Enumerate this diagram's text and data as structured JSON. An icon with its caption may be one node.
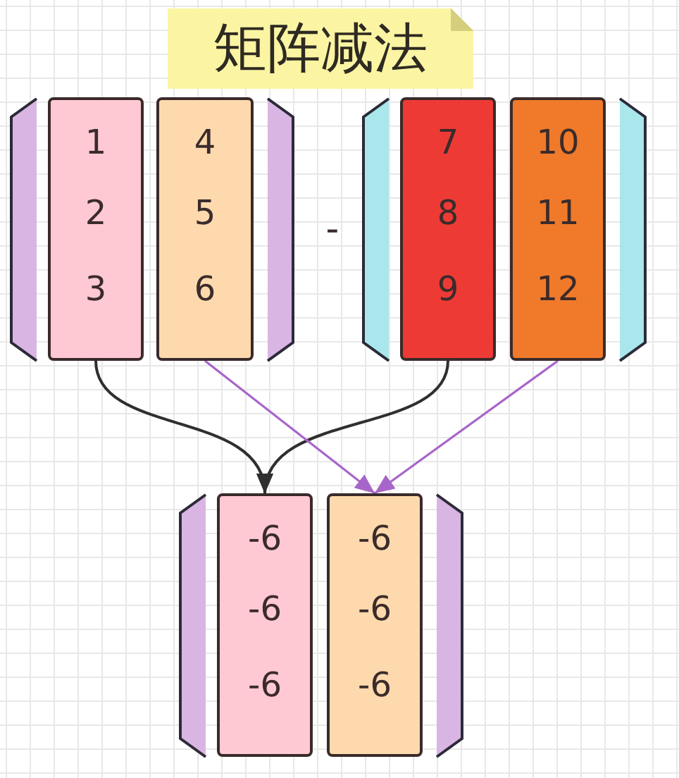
{
  "diagram": {
    "title": "矩阵减法",
    "nodes": [
      {
        "text": [
          "1",
          "2",
          "3"
        ]
      },
      {
        "text": [
          "4",
          "5",
          "6"
        ]
      },
      {
        "text": [
          "7",
          "8",
          "9"
        ]
      },
      {
        "text": [
          "10",
          "11",
          "12"
        ]
      },
      {
        "text": [
          "-6",
          "-6",
          "-6"
        ]
      },
      {
        "text": [
          "-6",
          "-6",
          "-6"
        ]
      }
    ],
    "edges": [
      {
        "from": 0,
        "to": 4,
        "arrow": "to"
      },
      {
        "from": 2,
        "to": 4,
        "arrow": "to"
      },
      {
        "from": 1,
        "to": 5,
        "arrow": "to",
        "color": "#a865c9"
      },
      {
        "from": 3,
        "to": 5,
        "arrow": "to",
        "color": "#a865c9"
      }
    ],
    "labels": [
      "-"
    ]
  }
}
